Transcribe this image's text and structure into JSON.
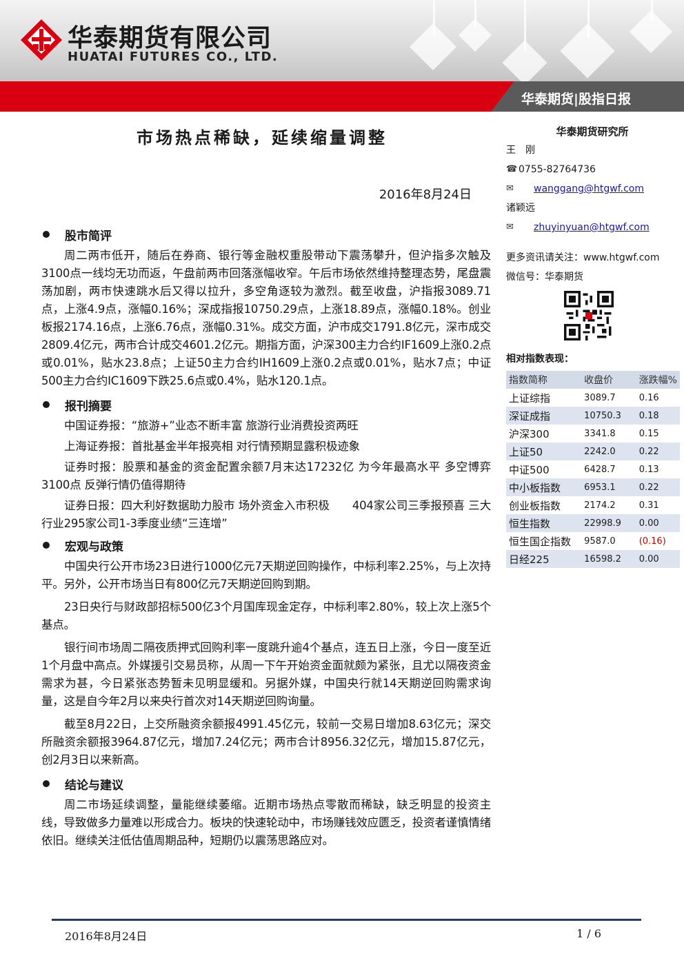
{
  "header": {
    "company_cn": "华泰期货有限公司",
    "company_en": "HUATAI FUTURES CO., LTD.",
    "report_tab": "华泰期货|股指日报"
  },
  "title": "市场热点稀缺，延续缩量调整",
  "date": "2016年8月24日",
  "sections": {
    "market": {
      "title": "股市简评",
      "paragraphs": [
        "周二两市低开，随后在券商、银行等金融权重股带动下震荡攀升，但沪指多次触及3100点一线均无功而返，午盘前两市回落涨幅收窄。午后市场依然维持整理态势，尾盘震荡加剧，两市快速跳水后又得以拉升，多空角逐较为激烈。截至收盘，沪指报3089.71点，上涨4.9点，涨幅0.16%；深成指报10750.29点，上涨18.89点，涨幅0.18%。创业板报2174.16点，上涨6.76点，涨幅0.31%。成交方面，沪市成交1791.8亿元，深市成交2809.4亿元，两市合计成交4601.2亿元。期指方面，沪深300主力合约IF1609上涨0.2点或0.01%，贴水23.8点；上证50主力合约IH1609上涨0.2点或0.01%，贴水7点；中证500主力合约IC1609下跌25.6点或0.4%，贴水120.1点。"
      ]
    },
    "press": {
      "title": "报刊摘要",
      "paragraphs": [
        "中国证券报：“旅游+”业态不断丰富 旅游行业消费投资两旺",
        "上海证券报：首批基金半年报亮相 对行情预期显露积极迹象",
        "证券时报：股票和基金的资金配置余额7月末达17232亿 为今年最高水平 多空博弈3100点 反弹行情仍值得期待",
        "证券日报：四大利好数据助力股市 场外资金入市积极　　404家公司三季报预喜 三大行业295家公司1-3季度业绩“三连增”"
      ]
    },
    "macro": {
      "title": "宏观与政策",
      "paragraphs": [
        "中国央行公开市场23日进行1000亿元7天期逆回购操作，中标利率2.25%，与上次持平。另外，公开市场当日有800亿元7天期逆回购到期。",
        "23日央行与财政部招标500亿3个月国库现金定存，中标利率2.80%，较上次上涨5个基点。",
        "银行间市场周二隔夜质押式回购利率一度跳升逾4个基点，连五日上涨，今日一度至近1个月盘中高点。外媒援引交易员称，从周一下午开始资金面就颇为紧张，且尤以隔夜资金需求为甚，今日紧张态势暂未见明显缓和。另据外媒，中国央行就14天期逆回购需求询量，这是自今年2月以来央行首次对14天期逆回购询量。",
        "截至8月22日，上交所融资余额报4991.45亿元，较前一交易日增加8.63亿元；深交所融资余额报3964.87亿元，增加7.24亿元；两市合计8956.32亿元，增加15.87亿元，创2月3日以来新高。"
      ]
    },
    "conclusion": {
      "title": "结论与建议",
      "paragraphs": [
        "周二市场延续调整，量能继续萎缩。近期市场热点零散而稀缺，缺乏明显的投资主线，导致做多力量难以形成合力。板块的快速轮动中，市场赚钱效应匮乏，投资者谨慎情绪依旧。继续关注低估值周期品种，短期仍以震荡思路应对。"
      ]
    }
  },
  "sidebar": {
    "institute": "华泰期货研究所",
    "analyst1": "王　刚",
    "phone": "0755-82764736",
    "email1": "wanggang@htgwf.com",
    "analyst2": "诸颖远",
    "email2": "zhuyinyuan@htgwf.com",
    "more_info": "更多资讯请关注：www.htgwf.com",
    "wechat": "微信号：华泰期货",
    "perf_title": "相对指数表现：",
    "table": {
      "headers": [
        "指数简称",
        "收盘价",
        "涨跌幅%"
      ],
      "rows": [
        {
          "name": "上证综指",
          "close": "3089.7",
          "chg": "0.16"
        },
        {
          "name": "深证成指",
          "close": "10750.3",
          "chg": "0.18"
        },
        {
          "name": "沪深300",
          "close": "3341.8",
          "chg": "0.15"
        },
        {
          "name": "上证50",
          "close": "2242.0",
          "chg": "0.22"
        },
        {
          "name": "中证500",
          "close": "6428.7",
          "chg": "0.13"
        },
        {
          "name": "中小板指数",
          "close": "6953.1",
          "chg": "0.22"
        },
        {
          "name": "创业板指数",
          "close": "2174.2",
          "chg": "0.31"
        },
        {
          "name": "恒生指数",
          "close": "22998.9",
          "chg": "0.00"
        },
        {
          "name": "恒生国企指数",
          "close": "9587.0",
          "chg": "(0.16)"
        },
        {
          "name": "日经225",
          "close": "16598.2",
          "chg": "0.00"
        }
      ]
    }
  },
  "footer": {
    "date": "2016年8月24日",
    "page": "1 / 6"
  },
  "colors": {
    "brand_red": "#d90012",
    "tab_gray": "#5a5a5a",
    "table_header": "#d3dbe8",
    "table_alt": "#dde4ef",
    "footer_line": "#1f3a6e",
    "negative": "#c00000"
  }
}
